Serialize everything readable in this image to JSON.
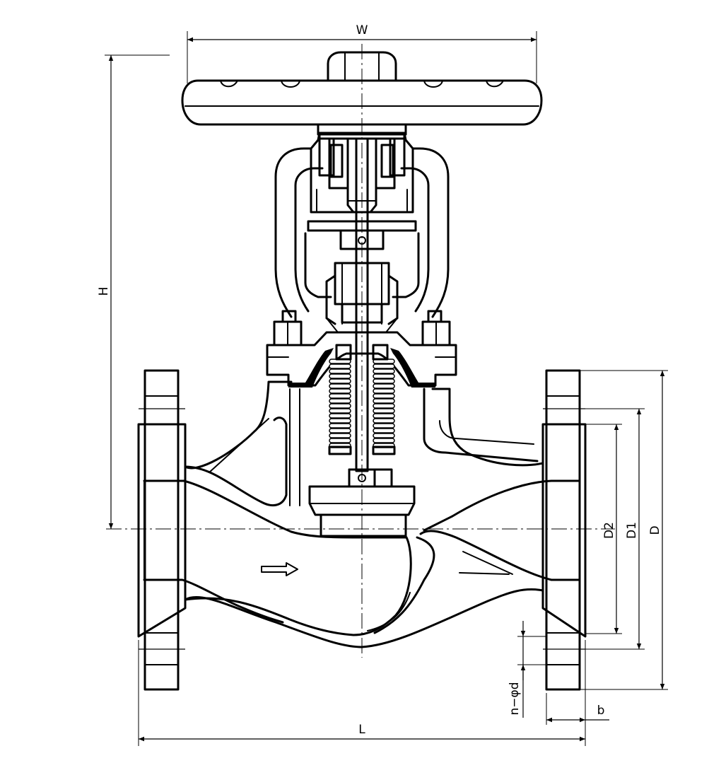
{
  "dimensions": {
    "W": "W",
    "H": "H",
    "L": "L",
    "D": "D",
    "D1": "D1",
    "D2": "D2",
    "b": "b",
    "bolt": "n−φd"
  },
  "colors": {
    "line": "#000000",
    "background": "#ffffff"
  }
}
